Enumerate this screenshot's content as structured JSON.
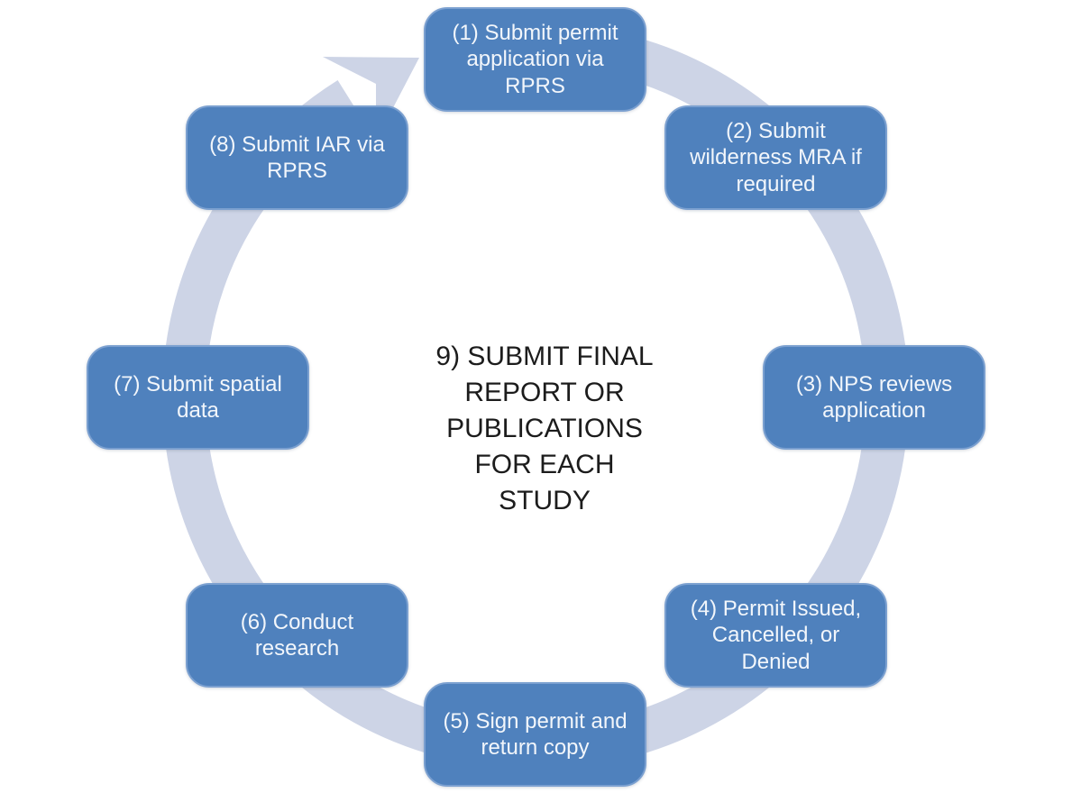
{
  "diagram": {
    "type": "cycle",
    "flow_direction": "clockwise",
    "steps": [
      {
        "label": "(1) Submit permit application via RPRS"
      },
      {
        "label": "(2) Submit wilderness MRA if required"
      },
      {
        "label": "(3) NPS reviews application"
      },
      {
        "label": "(4) Permit Issued, Cancelled, or Denied"
      },
      {
        "label": "(5) Sign permit and return copy"
      },
      {
        "label": "(6) Conduct research"
      },
      {
        "label": "(7) Submit spatial data"
      },
      {
        "label": "(8) Submit IAR via RPRS"
      }
    ],
    "center_note": {
      "full_text": "9) SUBMIT FINAL REPORT OR PUBLICATIONS FOR EACH STUDY",
      "lines": [
        "9) SUBMIT FINAL",
        "REPORT OR",
        "PUBLICATIONS",
        "FOR EACH",
        "STUDY"
      ]
    }
  },
  "theme": {
    "box_fill": "#4f81bd",
    "box_border": "#7ba0d0",
    "box_text": "#f2f6fb",
    "ring": "#cdd4e6",
    "note_text": "#1c1c1c",
    "background": "#ffffff"
  }
}
